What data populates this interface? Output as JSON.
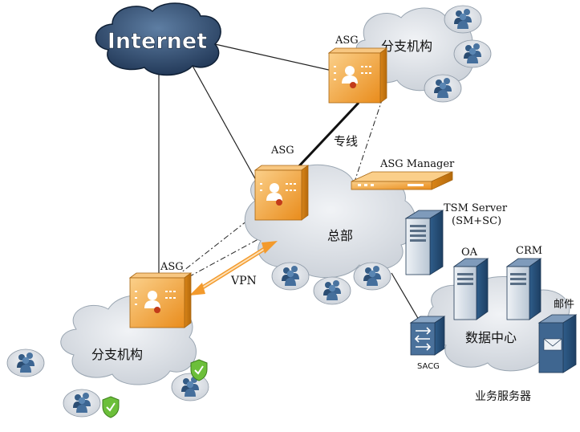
{
  "internet_label": "Internet",
  "asg_labels": {
    "top_right": "ASG",
    "center": "ASG",
    "left": "ASG"
  },
  "branch_top_label": "分支机构",
  "branch_bottom_label": "分支机构",
  "leased_line_label": "专线",
  "asg_manager_label": "ASG Manager",
  "tsm_server_label": "TSM Server",
  "tsm_server_sub": "(SM+SC)",
  "hq_label": "总部",
  "vpn_label": "VPN",
  "oa_label": "OA",
  "crm_label": "CRM",
  "mail_label": "邮件",
  "datacenter_label": "数据中心",
  "sacg_label": "SACG",
  "biz_servers_label": "业务服务器",
  "colors": {
    "cloud": "#d8dde3",
    "cloud_stroke": "#9aa6b2",
    "internet_cloud": "#2f4a6a",
    "device_orange": "#f0a43a",
    "device_orange_dark": "#c97a12",
    "server_blue": "#5b7fa6",
    "vpn_arrow": "#f39a2c",
    "line": "#222222"
  },
  "icons": [
    "internet-cloud-icon",
    "firewall-device-icon",
    "server-rack-icon",
    "user-group-icon",
    "shield-icon",
    "mail-icon",
    "switch-icon"
  ]
}
